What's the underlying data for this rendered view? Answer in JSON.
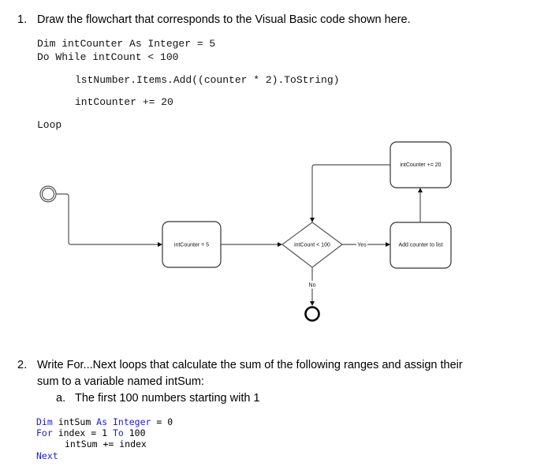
{
  "question1": {
    "number": "1.",
    "prompt": "Draw the flowchart that corresponds to the Visual Basic code shown here.",
    "code": [
      "Dim intCounter As Integer = 5",
      "Do While intCount < 100",
      "lstNumber.Items.Add((counter * 2).ToString)",
      "intCounter += 20",
      "Loop"
    ]
  },
  "flowchart": {
    "start_node": "start",
    "init_box": "intCounter = 5",
    "decision": "intCount < 100",
    "yes_label": "Yes",
    "no_label": "No",
    "action_box": "Add counter to list",
    "increment_box": "intCounter += 20",
    "end_node": "end"
  },
  "question2": {
    "number": "2.",
    "prompt_line1": "Write For...Next loops that calculate the sum of the following ranges and assign their",
    "prompt_line2": "sum to a variable named intSum:",
    "sub_a_marker": "a.",
    "sub_a_text": "The first 100 numbers starting with 1",
    "code": {
      "line1": {
        "kw1": "Dim",
        "t1": " intSum ",
        "kw2": "As",
        "t2": " ",
        "kw3": "Integer",
        "t3": " = 0"
      },
      "line2": {
        "kw1": "For",
        "t1": " index = 1 ",
        "kw2": "To",
        "t2": " 100"
      },
      "line3": {
        "t1": "intSum += index"
      },
      "line4": {
        "kw1": "Next"
      }
    }
  },
  "colors": {
    "keyword": "#1b1bd6",
    "line": "#555555"
  }
}
